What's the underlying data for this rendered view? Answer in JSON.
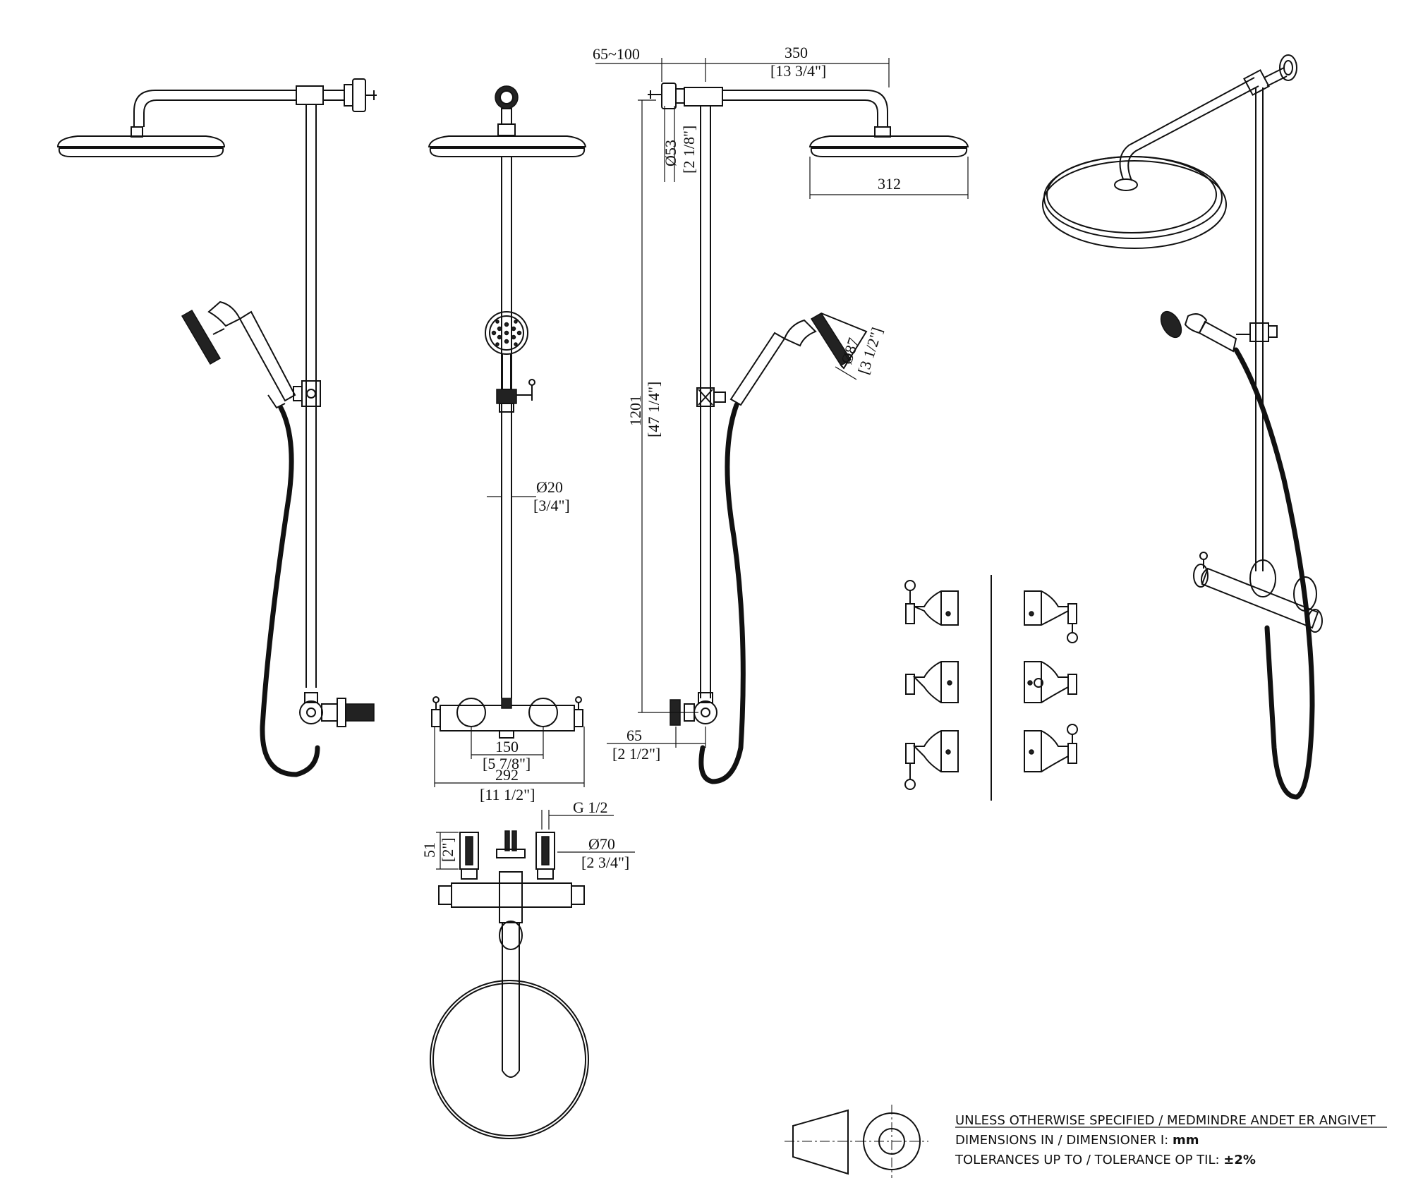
{
  "dimensions": {
    "wall_distance": "65~100",
    "arm_length_mm": "350",
    "arm_length_in": "[13 3/4\"]",
    "wall_bracket_dia_mm": "Ø53",
    "wall_bracket_dia_in": "[2 1/8\"]",
    "head_dia_mm": "312",
    "hand_dia_mm": "Ø87",
    "hand_dia_in": "[3 1/2\"]",
    "height_mm": "1201",
    "height_in": "[47 1/4\"]",
    "rail_dia_mm": "Ø20",
    "rail_dia_in": "[3/4\"]",
    "centers_mm": "150",
    "centers_in": "[5 7/8\"]",
    "width_mm": "292",
    "width_in": "[11 1/2\"]",
    "projection_mm": "65",
    "projection_in": "[2 1/2\"]",
    "thread": "G 1/2",
    "connector_height_mm": "51",
    "connector_height_in": "[2\"]",
    "rose_dia_mm": "Ø70",
    "rose_dia_in": "[2 3/4\"]"
  },
  "notes": {
    "line1": "UNLESS OTHERWISE SPECIFIED / MEDMINDRE ANDET ER ANGIVET",
    "line2_prefix": "DIMENSIONS IN / DIMENSIONER I: ",
    "line2_value": "mm",
    "line3_prefix": "TOLERANCES UP TO / TOLERANCE OP TIL: ",
    "line3_value": "±2%"
  }
}
